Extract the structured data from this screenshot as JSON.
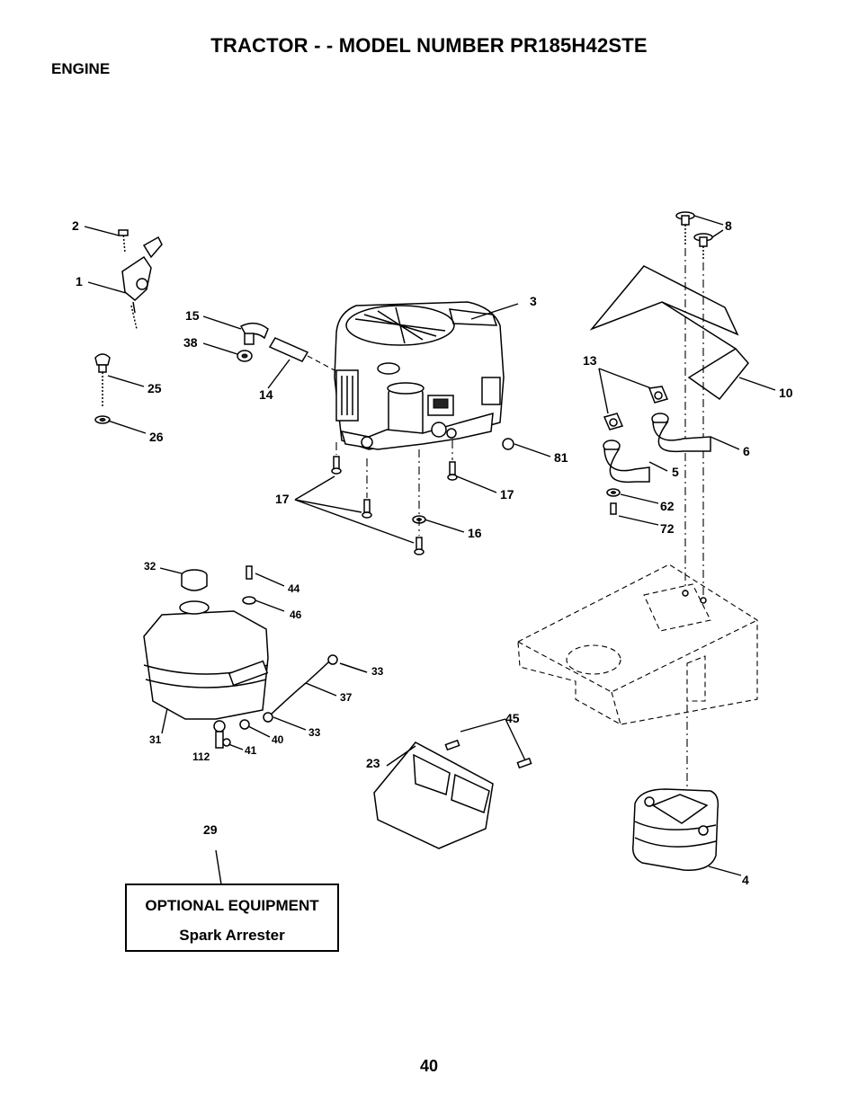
{
  "page": {
    "title": "TRACTOR - - MODEL NUMBER PR185H42STE",
    "section": "ENGINE",
    "page_number": "40"
  },
  "optional_box": {
    "heading": "OPTIONAL EQUIPMENT",
    "item": "Spark Arrester"
  },
  "callouts": {
    "c1": "1",
    "c2": "2",
    "c3": "3",
    "c4": "4",
    "c5": "5",
    "c6": "6",
    "c8": "8",
    "c10": "10",
    "c13": "13",
    "c14": "14",
    "c15": "15",
    "c16": "16",
    "c17a": "17",
    "c17b": "17",
    "c23": "23",
    "c25": "25",
    "c26": "26",
    "c29": "29",
    "c31": "31",
    "c32": "32",
    "c33a": "33",
    "c33b": "33",
    "c37": "37",
    "c38": "38",
    "c40": "40",
    "c41": "41",
    "c44": "44",
    "c45": "45",
    "c46": "46",
    "c62": "62",
    "c72": "72",
    "c81": "81",
    "c112": "112"
  }
}
